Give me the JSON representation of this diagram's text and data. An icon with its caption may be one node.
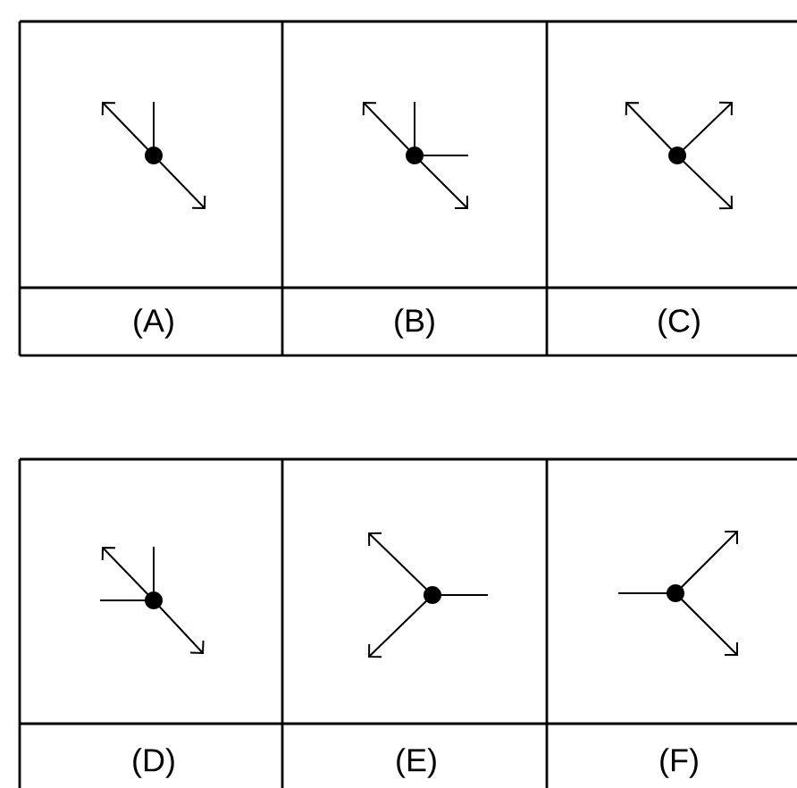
{
  "diagram": {
    "labels": [
      "(A)",
      "(B)",
      "(C)",
      "(D)",
      "(E)",
      "(F)"
    ]
  }
}
